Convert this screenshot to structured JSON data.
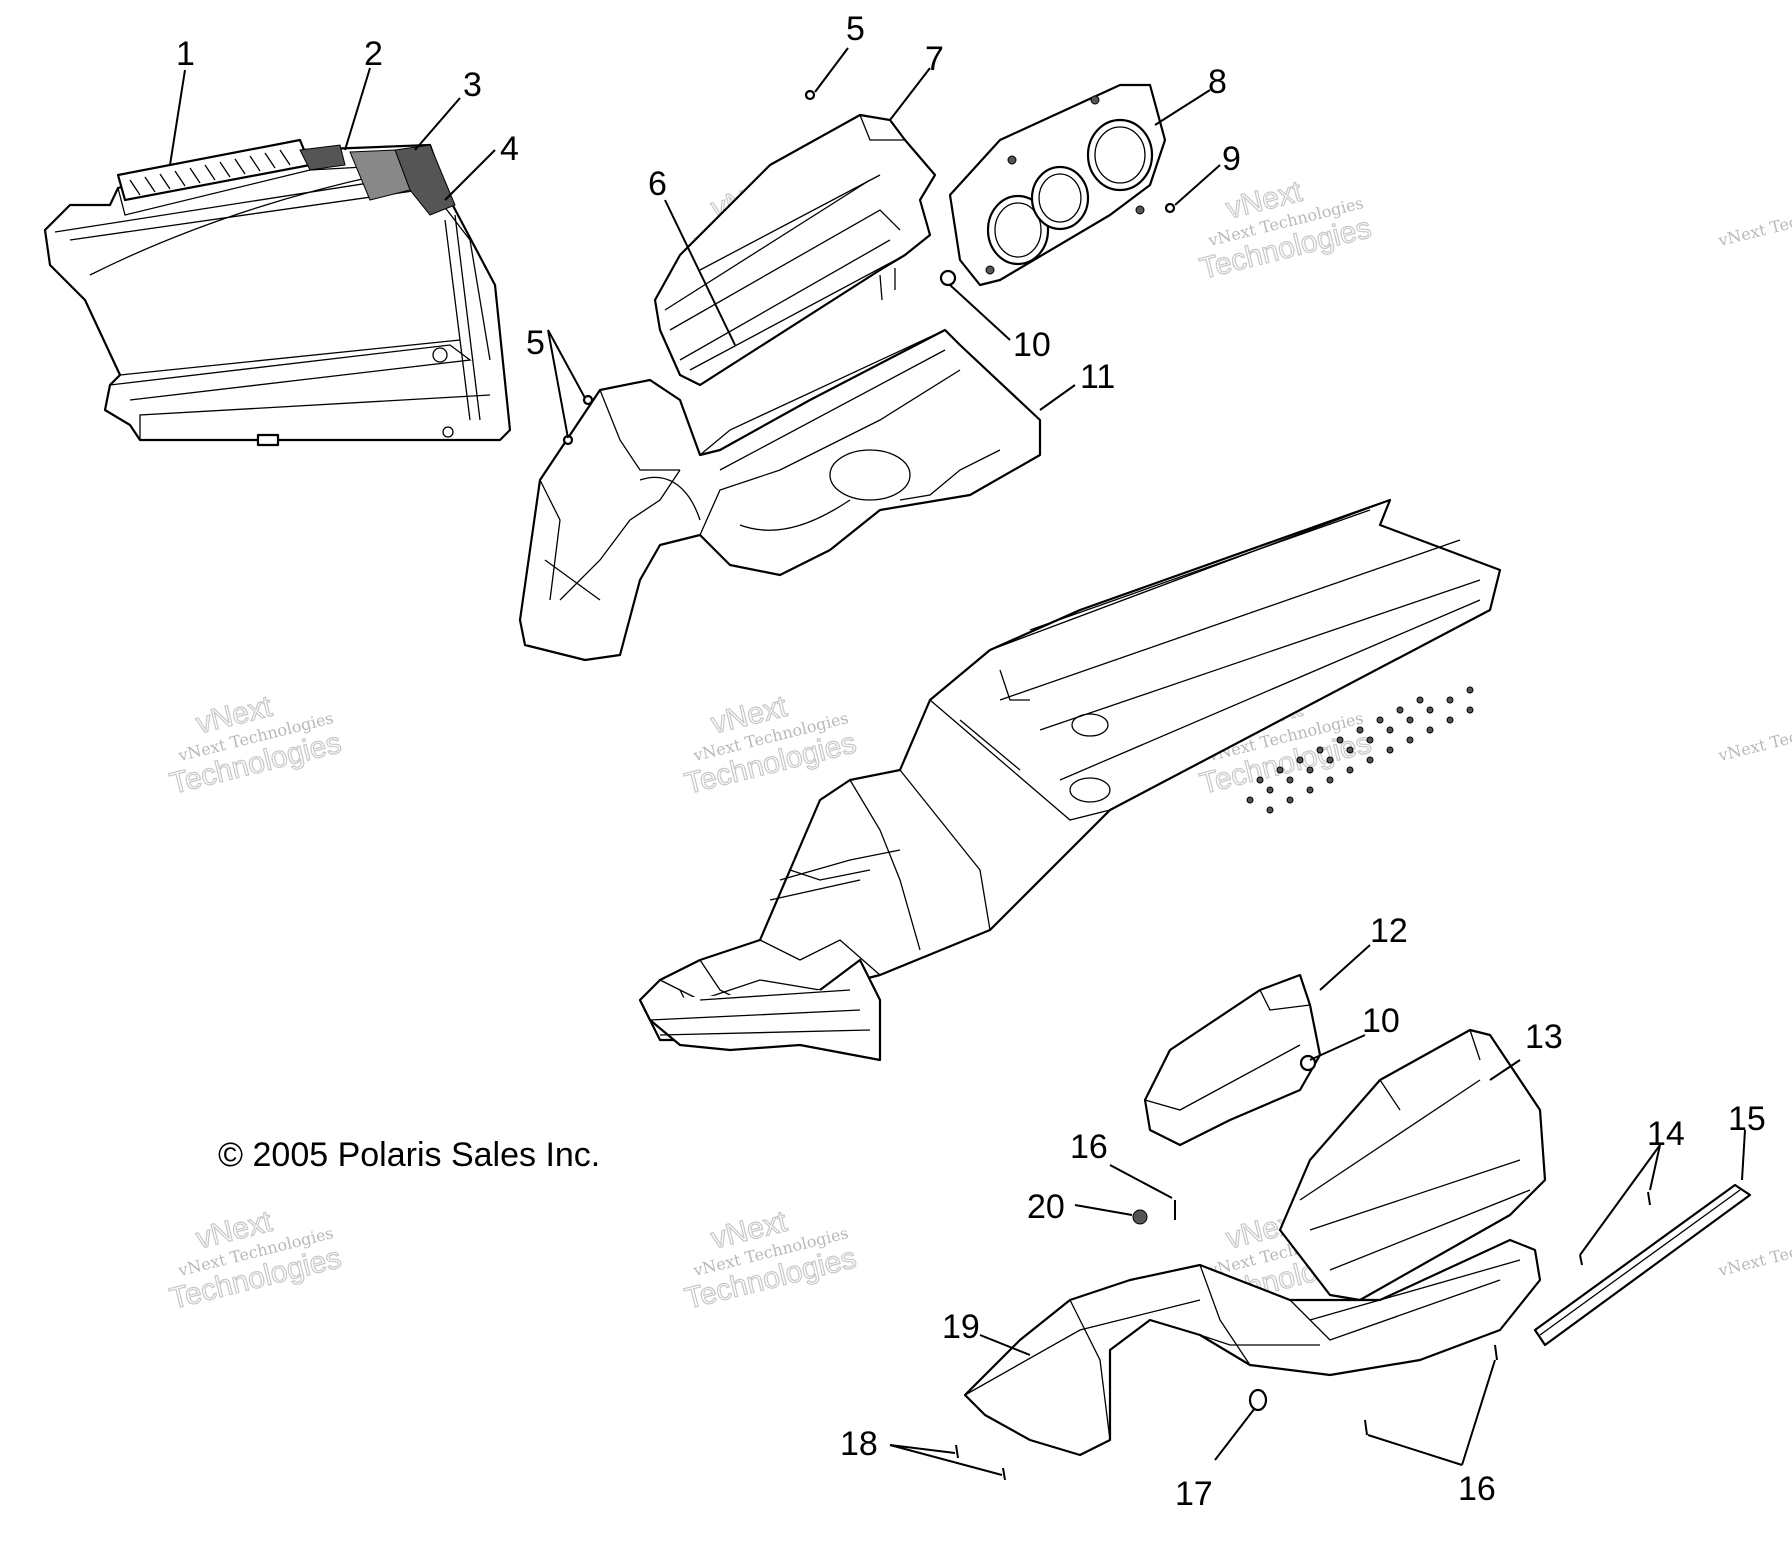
{
  "copyright": "© 2005 Polaris Sales Inc.",
  "watermark": {
    "line1": "vNext Technologies",
    "line2": "Technologies",
    "line3": "vNext"
  },
  "callouts": {
    "c1": "1",
    "c2": "2",
    "c3": "3",
    "c4": "4",
    "c5a": "5",
    "c5b": "5",
    "c6": "6",
    "c7": "7",
    "c8": "8",
    "c9": "9",
    "c10a": "10",
    "c10b": "10",
    "c11": "11",
    "c12": "12",
    "c13": "13",
    "c14": "14",
    "c15": "15",
    "c16a": "16",
    "c16b": "16",
    "c17": "17",
    "c18": "18",
    "c19": "19",
    "c20": "20"
  }
}
